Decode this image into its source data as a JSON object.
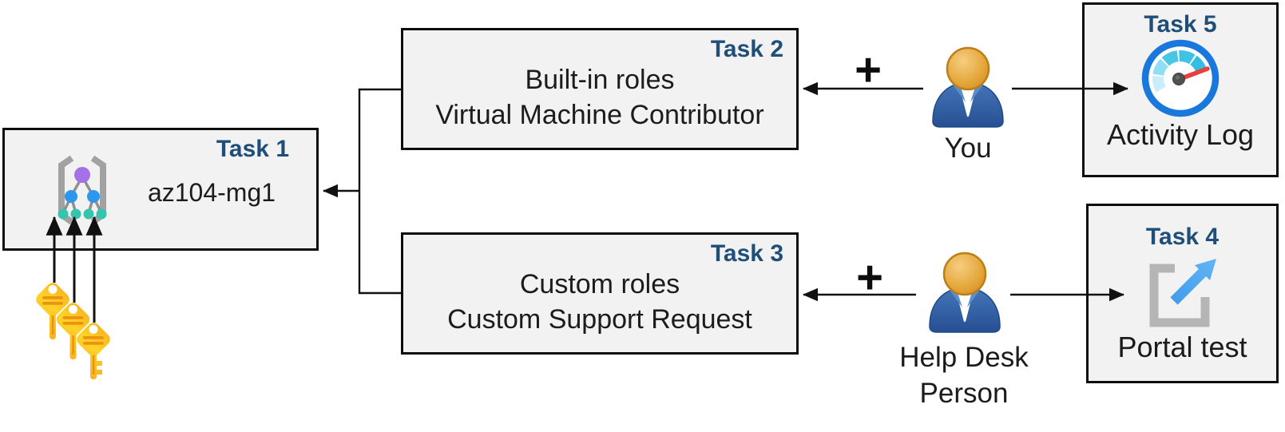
{
  "boxes": {
    "task1": {
      "label": "Task 1",
      "title": "az104-mg1"
    },
    "task2": {
      "label": "Task 2",
      "line1": "Built-in roles",
      "line2": "Virtual Machine Contributor"
    },
    "task3": {
      "label": "Task 3",
      "line1": "Custom roles",
      "line2": "Custom Support Request"
    },
    "task4": {
      "label": "Task 4",
      "caption": "Portal test"
    },
    "task5": {
      "label": "Task 5",
      "caption": "Activity Log"
    }
  },
  "actors": {
    "you": {
      "label": "You"
    },
    "helpdesk": {
      "line1": "Help Desk",
      "line2": "Person"
    }
  },
  "symbols": {
    "plus": "+"
  },
  "icons": {
    "task1_icon": "management-group-icon",
    "task4_icon": "external-link-icon",
    "task5_icon": "activity-log-gauge-icon",
    "keys_icon": "three-keys-icon",
    "actor_icon": "person-icon"
  },
  "colors": {
    "task_label": "#1F4E79",
    "box_fill": "#F2F2F2",
    "box_border": "#0D0D0D",
    "arrow": "#111111",
    "key_gold": "#FFD22A",
    "key_detail": "#EC9410",
    "person_body_blue": "#2F5C9E",
    "person_head_orange": "#E4A639",
    "gauge_ring_blue": "#1A78DD",
    "gauge_needle_red": "#E8413D",
    "gauge_segments": [
      "#C9EDFB",
      "#8FDEF5",
      "#49C6E6",
      "#3EC3E5",
      "#32BFE2"
    ],
    "portal_arrow_blue": "#4AA3EF",
    "portal_bracket_gray": "#B5B5B5",
    "mgmt_purple": "#A471E8",
    "mgmt_blue": "#2D96EE",
    "mgmt_teal": "#35C4AE"
  }
}
